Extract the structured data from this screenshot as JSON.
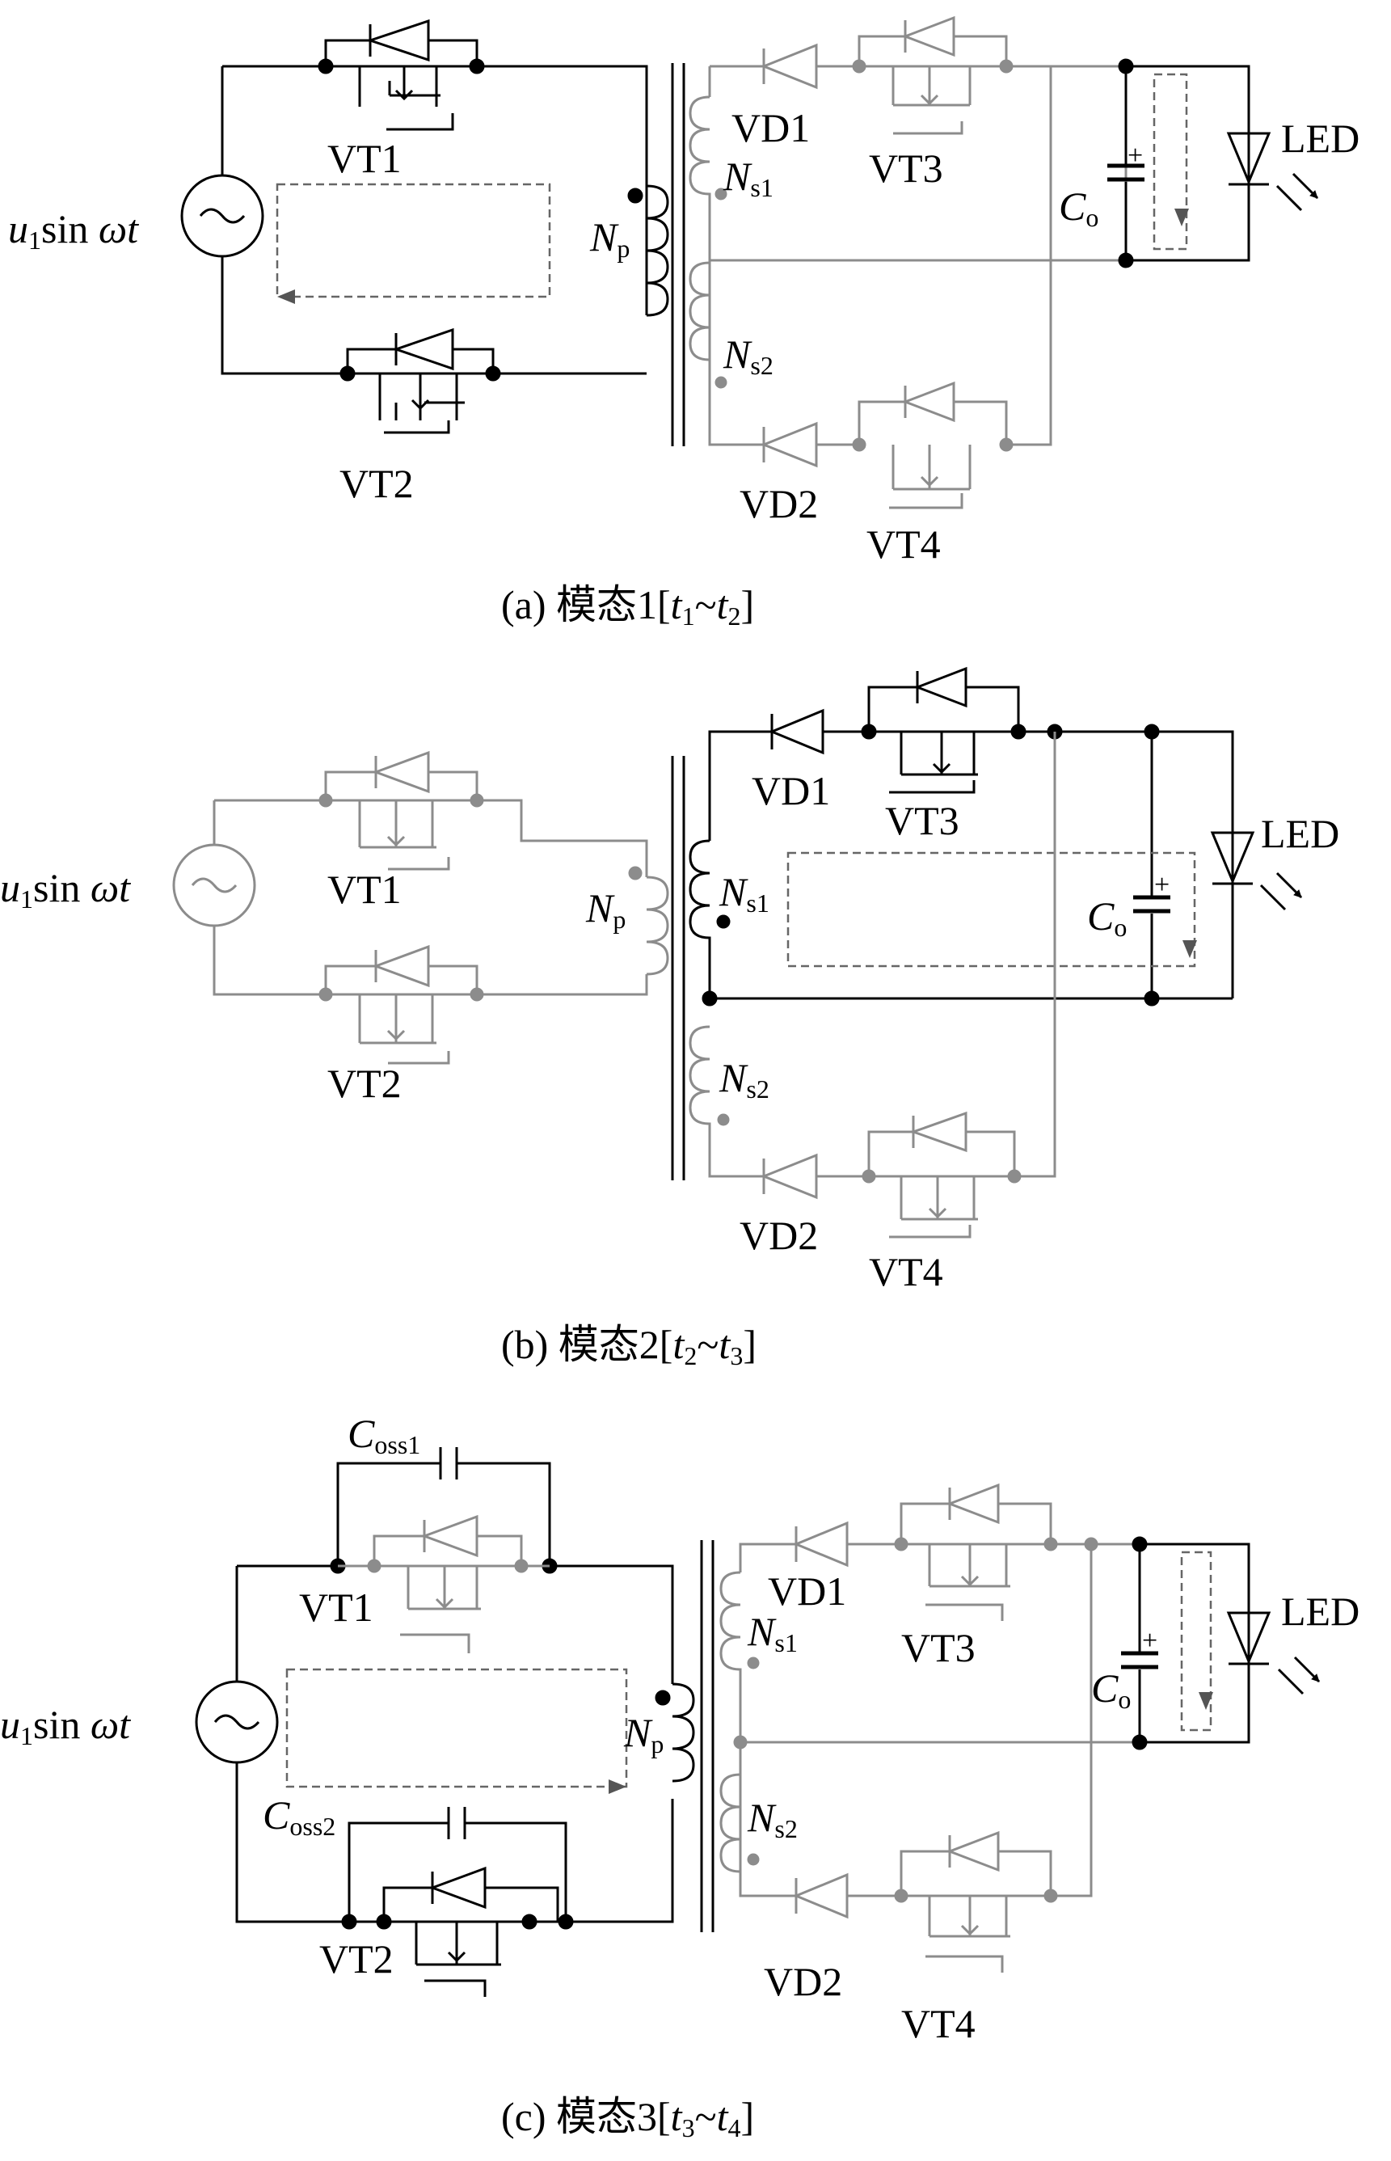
{
  "colors": {
    "active": "#000000",
    "inactive": "#8c8c8c",
    "dashed_path": "#666666"
  },
  "modes": [
    {
      "source_label": {
        "base": "u",
        "sub": "1",
        "rest": "sin ",
        "var": "ωt"
      },
      "vt1": "VT1",
      "vt2": "VT2",
      "vt3": "VT3",
      "vt4": "VT4",
      "vd1": "VD1",
      "vd2": "VD2",
      "np": {
        "base": "N",
        "sub": "p"
      },
      "ns1": {
        "base": "N",
        "sub": "s1"
      },
      "ns2": {
        "base": "N",
        "sub": "s2"
      },
      "co": {
        "base": "C",
        "sub": "o"
      },
      "led": "LED",
      "plus": "+",
      "caption": {
        "prefix": "(a)  模态1[",
        "t_a": "t",
        "sub_a": "1",
        "sep": "~",
        "t_b": "t",
        "sub_b": "2",
        "suffix": "]"
      }
    },
    {
      "source_label": {
        "base": "u",
        "sub": "1",
        "rest": "sin ",
        "var": "ωt"
      },
      "vt1": "VT1",
      "vt2": "VT2",
      "vt3": "VT3",
      "vt4": "VT4",
      "vd1": "VD1",
      "vd2": "VD2",
      "np": {
        "base": "N",
        "sub": "p"
      },
      "ns1": {
        "base": "N",
        "sub": "s1"
      },
      "ns2": {
        "base": "N",
        "sub": "s2"
      },
      "co": {
        "base": "C",
        "sub": "o"
      },
      "led": "LED",
      "plus": "+",
      "caption": {
        "prefix": "(b)  模态2[",
        "t_a": "t",
        "sub_a": "2",
        "sep": "~",
        "t_b": "t",
        "sub_b": "3",
        "suffix": "]"
      }
    },
    {
      "source_label": {
        "base": "u",
        "sub": "1",
        "rest": "sin ",
        "var": "ωt"
      },
      "vt1": "VT1",
      "vt2": "VT2",
      "vt3": "VT3",
      "vt4": "VT4",
      "vd1": "VD1",
      "vd2": "VD2",
      "np": {
        "base": "N",
        "sub": "p"
      },
      "ns1": {
        "base": "N",
        "sub": "s1"
      },
      "ns2": {
        "base": "N",
        "sub": "s2"
      },
      "co": {
        "base": "C",
        "sub": "o"
      },
      "led": "LED",
      "plus": "+",
      "coss1": {
        "base": "C",
        "sub": "oss1"
      },
      "coss2": {
        "base": "C",
        "sub": "oss2"
      },
      "caption": {
        "prefix": "(c)  模态3[",
        "t_a": "t",
        "sub_a": "3",
        "sep": "~",
        "t_b": "t",
        "sub_b": "4",
        "suffix": "]"
      }
    }
  ]
}
